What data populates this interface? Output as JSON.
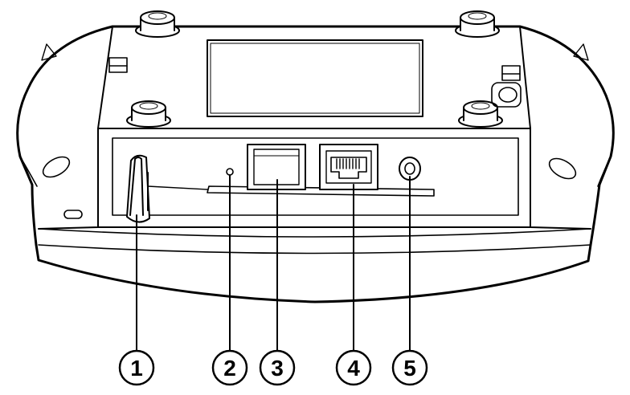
{
  "colors": {
    "line": "#000000",
    "fill": "#ffffff"
  },
  "callouts": [
    {
      "label": "1",
      "part": "cable-lock"
    },
    {
      "label": "2",
      "part": "reset-pinhole"
    },
    {
      "label": "3",
      "part": "usb-port"
    },
    {
      "label": "4",
      "part": "ethernet-port"
    },
    {
      "label": "5",
      "part": "power-jack"
    }
  ]
}
